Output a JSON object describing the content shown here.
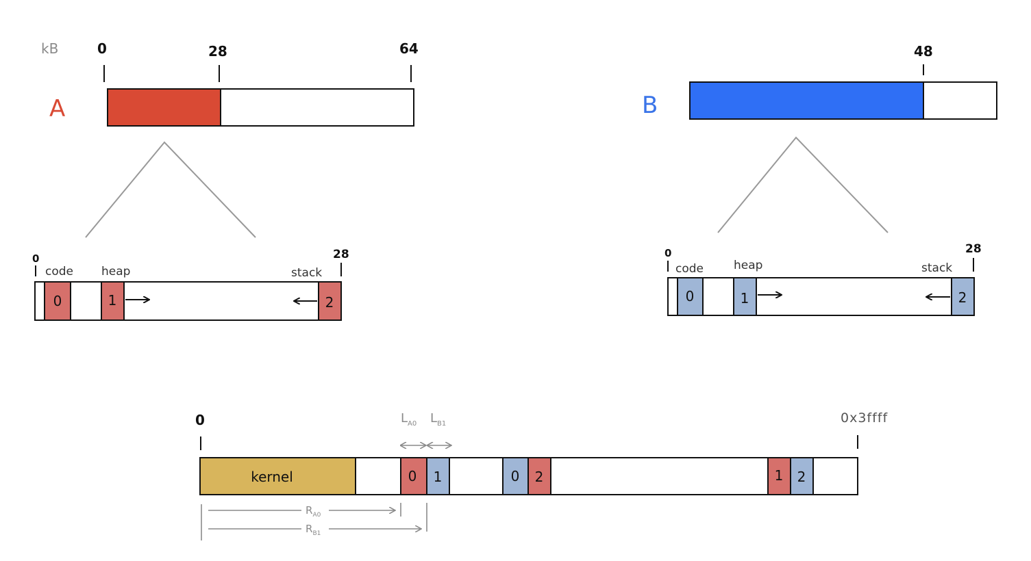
{
  "unit_label": "kB",
  "process_a": {
    "name": "A",
    "ticks": [
      "0",
      "28",
      "64"
    ],
    "zoom_ticks": [
      "0",
      "28"
    ],
    "segment_labels": [
      "code",
      "heap",
      "stack"
    ],
    "segment_numbers": [
      "0",
      "1",
      "2"
    ]
  },
  "process_b": {
    "name": "B",
    "ticks": [
      "48"
    ],
    "zoom_ticks": [
      "0",
      "28"
    ],
    "segment_labels": [
      "code",
      "heap",
      "stack"
    ],
    "segment_numbers": [
      "0",
      "1",
      "2"
    ]
  },
  "physical": {
    "start": "0",
    "end": "0x3ffff",
    "kernel_label": "kernel",
    "segments": [
      "0",
      "1",
      "0",
      "2",
      "1",
      "2"
    ],
    "limit_labels": [
      {
        "base": "L",
        "sub": "A0"
      },
      {
        "base": "L",
        "sub": "B1"
      }
    ],
    "base_labels": [
      {
        "base": "R",
        "sub": "A0"
      },
      {
        "base": "R",
        "sub": "B1"
      }
    ]
  },
  "colors": {
    "a_fill": "#d94a34",
    "a_seg": "#d6706b",
    "b_fill": "#2f6ff5",
    "b_seg": "#9fb6d6",
    "kernel": "#d8b55c",
    "a_label": "#d94a34",
    "b_label": "#3a74e8",
    "annotation": "#8a8a8a"
  }
}
